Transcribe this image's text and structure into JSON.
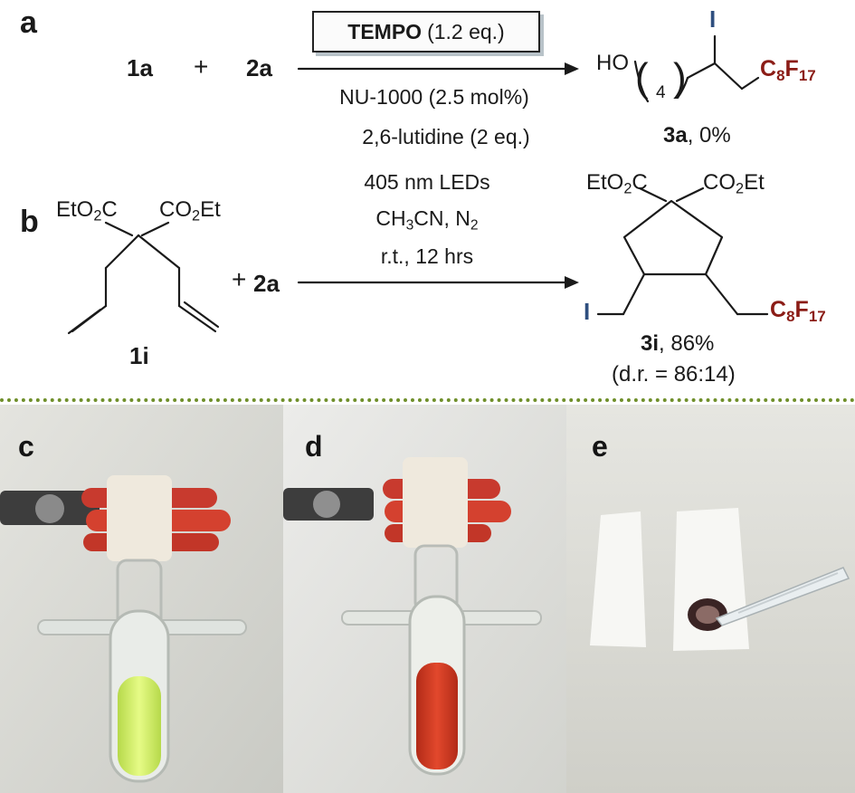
{
  "panel_a": {
    "label": "a",
    "reactant1": "1a",
    "plus": "+",
    "reactant2": "2a",
    "tempo_bold": "TEMPO",
    "tempo_rest": "(1.2 eq.)",
    "product_ho": "HO",
    "product_repeat": "4",
    "product_iodine": "I",
    "pf_c": "C",
    "pf_c_sub": "8",
    "pf_f": "F",
    "pf_f_sub": "17",
    "result_id": "3a",
    "result_yield": ",  0%"
  },
  "conditions": {
    "line1": "NU-1000 (2.5 mol%)",
    "line2": "2,6-lutidine (2 eq.)",
    "line3": "405 nm LEDs",
    "line4_a": "CH",
    "line4_sub1": "3",
    "line4_b": "CN, N",
    "line4_sub2": "2",
    "line5": "r.t., 12 hrs"
  },
  "panel_b": {
    "label": "b",
    "ester_left_a": "EtO",
    "ester_left_sub": "2",
    "ester_left_b": "C",
    "ester_right_a": "CO",
    "ester_right_sub": "2",
    "ester_right_b": "Et",
    "reactant1": "1i",
    "plus": "+",
    "reactant2": "2a",
    "prod_ester_left_a": "EtO",
    "prod_ester_left_sub": "2",
    "prod_ester_left_b": "C",
    "prod_ester_right_a": "CO",
    "prod_ester_right_sub": "2",
    "prod_ester_right_b": "Et",
    "product_iodine": "I",
    "pf_c": "C",
    "pf_c_sub": "8",
    "pf_f": "F",
    "pf_f_sub": "17",
    "result_id": "3i",
    "result_yield": ",  86%",
    "dr": "(d.r. = 86:14)"
  },
  "photos": {
    "c_label": "c",
    "d_label": "d",
    "e_label": "e"
  },
  "colors": {
    "perfluoro": "#8b1c16",
    "iodine": "#2f4f7f",
    "divider": "#6f8f2a",
    "solution_c": "#d9f37a",
    "solution_d": "#d23a22",
    "stain_e": "#3a2424"
  }
}
